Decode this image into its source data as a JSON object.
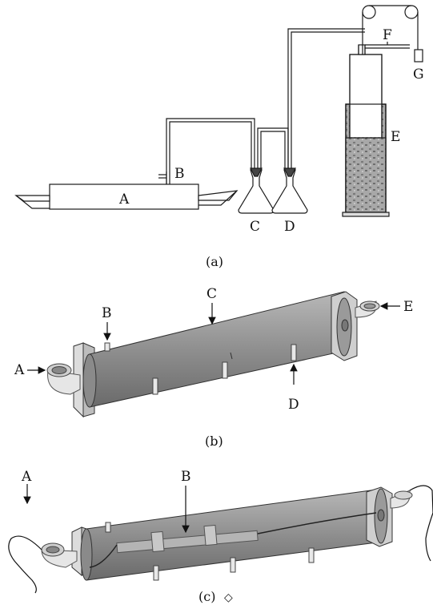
{
  "panels": {
    "a": {
      "caption": "(a)",
      "labels": {
        "A": "A",
        "B": "B",
        "C": "C",
        "D": "D",
        "E": "E",
        "F": "F",
        "G": "G"
      }
    },
    "b": {
      "caption": "(b)",
      "labels": {
        "A": "A",
        "B": "B",
        "C": "C",
        "D": "D",
        "E": "E"
      }
    },
    "c": {
      "caption": "(c)",
      "caption_symbol": "◇",
      "labels": {
        "A": "A",
        "B": "B"
      }
    }
  },
  "colors": {
    "line": "#1a1a1a",
    "tube_fill": "#9a9a9a",
    "tube_dark": "#6f6f6f",
    "flange": "#d8d8d8",
    "granular_fill": "#8e8e8e"
  }
}
